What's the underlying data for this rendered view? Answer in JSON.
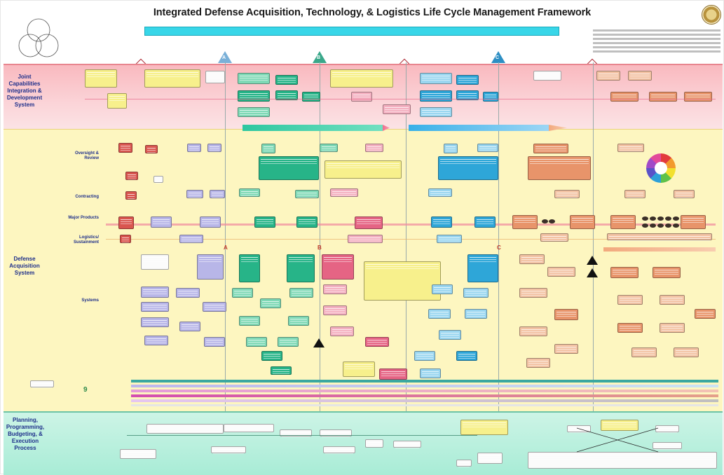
{
  "page": {
    "title": "Integrated Defense Acquisition, Technology, & Logistics Life Cycle Management Framework"
  },
  "bands": [
    {
      "id": "jcids",
      "label": "Joint Capabilities Integration & Development System",
      "color": "#f9b9bf"
    },
    {
      "id": "das",
      "label": "Defense Acquisition System",
      "color": "#fdf6c0"
    },
    {
      "id": "ppbe",
      "label": "Planning, Programming, Budgeting, & Execution Process",
      "color": "#a8ecd6"
    }
  ],
  "row_labels": [
    "Oversight & Review",
    "Contracting",
    "Major Products",
    "Logistics/ Sustainment",
    "Systems"
  ],
  "milestones": {
    "letters": [
      "A",
      "B",
      "C"
    ],
    "decision_points": [
      {
        "icon": "diamond"
      },
      {
        "icon": "diamond"
      },
      {
        "icon": "diamond"
      }
    ]
  },
  "colors": {
    "jcids_band": "#f9b9bf",
    "das_band": "#fdf6c0",
    "ppbe_band": "#a8ecd6",
    "banner": "#38d6e8",
    "title_text": "#1a1a1a",
    "band_label": "#1e2f8a"
  },
  "icons": [
    "seal-icon",
    "milestone-diamond-icon",
    "milestone-triangle-icon",
    "warning-triangle-icon",
    "color-wheel-icon"
  ]
}
